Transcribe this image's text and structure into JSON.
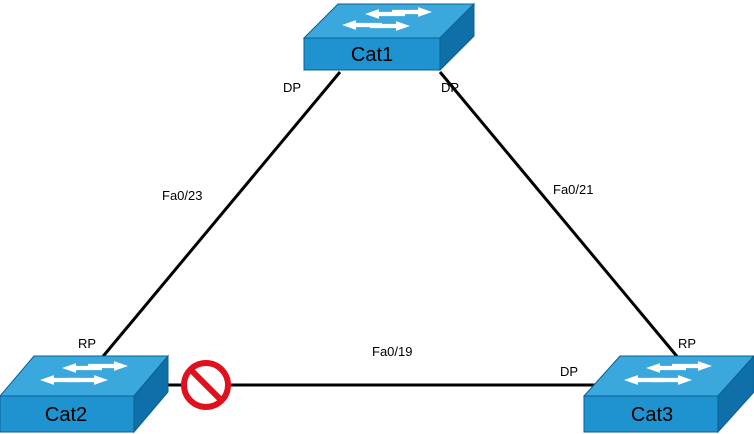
{
  "switches": {
    "cat1": {
      "name": "Cat1"
    },
    "cat2": {
      "name": "Cat2"
    },
    "cat3": {
      "name": "Cat3"
    }
  },
  "links": {
    "cat1_cat2": {
      "interface": "Fa0/23",
      "cat1_role": "DP",
      "cat2_role": "RP"
    },
    "cat1_cat3": {
      "interface": "Fa0/21",
      "cat1_role": "DP",
      "cat3_role": "RP"
    },
    "cat2_cat3": {
      "interface": "Fa0/19",
      "cat3_role": "DP",
      "blocked_at": "Cat2"
    }
  },
  "colors": {
    "switch_top": "#33a3d9",
    "switch_front": "#1d8fce",
    "switch_side": "#0f6fa8",
    "arrow": "#ffffff",
    "link": "#000000",
    "block_symbol": "#e0101c"
  },
  "icons": {
    "switch": "workgroup-switch-icon",
    "blocked_port": "prohibited-icon"
  }
}
